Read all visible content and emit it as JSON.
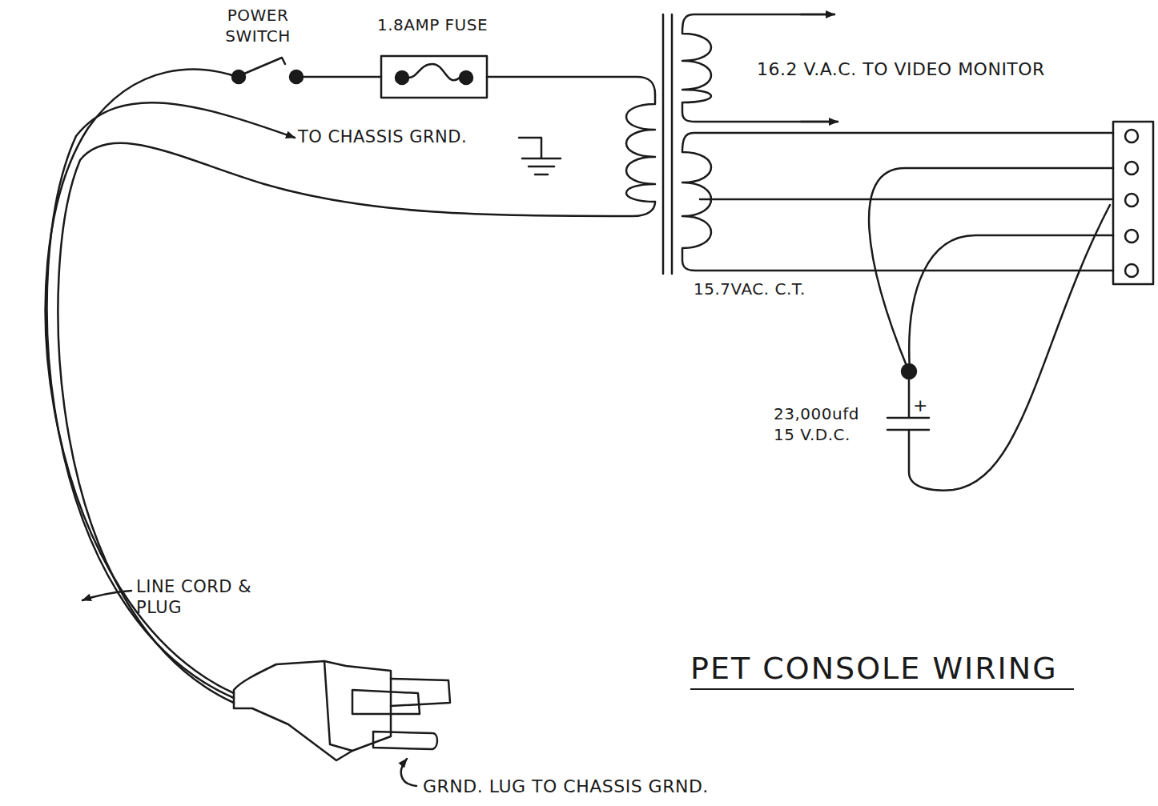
{
  "diagram": {
    "title": "PET CONSOLE WIRING",
    "labels": [
      "POWER SWITCH",
      "1.8AMP FUSE",
      "16.2 V.A.C. TO VIDEO MONITOR",
      "TO CHASSIS GRND.",
      "15.7VAC. C.T.",
      "23,000ufd 15 V.D.C.",
      "+",
      "LINE CORD & PLUG",
      "GRND. LUG TO CHASSIS GRND."
    ]
  }
}
